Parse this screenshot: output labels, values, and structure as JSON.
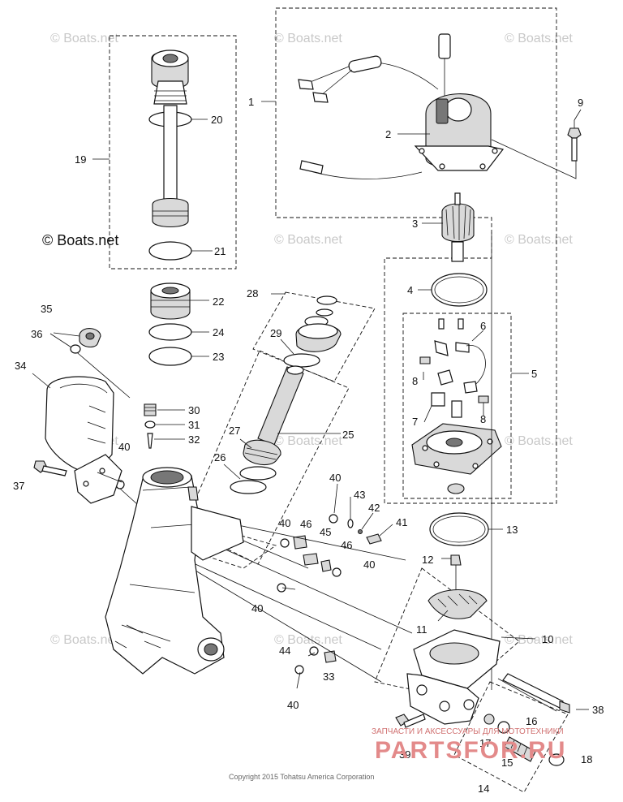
{
  "watermarks": {
    "repeat": "© Boats.net",
    "bold": "© Boats.net"
  },
  "copyright": "Copyright 2015 Tohatsu America Corporation",
  "brand": {
    "tagline": "ЗАПЧАСТИ И АКСЕССУАРЫ ДЛЯ МОТОТЕХНИКИ",
    "name": "PARTSFOR.RU"
  },
  "callouts": [
    "1",
    "2",
    "3",
    "4",
    "5",
    "6",
    "7",
    "8",
    "8",
    "8",
    "9",
    "10",
    "11",
    "12",
    "13",
    "14",
    "15",
    "16",
    "17",
    "18",
    "19",
    "20",
    "21",
    "22",
    "23",
    "24",
    "25",
    "26",
    "27",
    "28",
    "29",
    "30",
    "31",
    "32",
    "33",
    "34",
    "35",
    "36",
    "37",
    "38",
    "39",
    "40",
    "40",
    "40",
    "40",
    "40",
    "40",
    "41",
    "42",
    "43",
    "44",
    "45",
    "46",
    "46"
  ]
}
